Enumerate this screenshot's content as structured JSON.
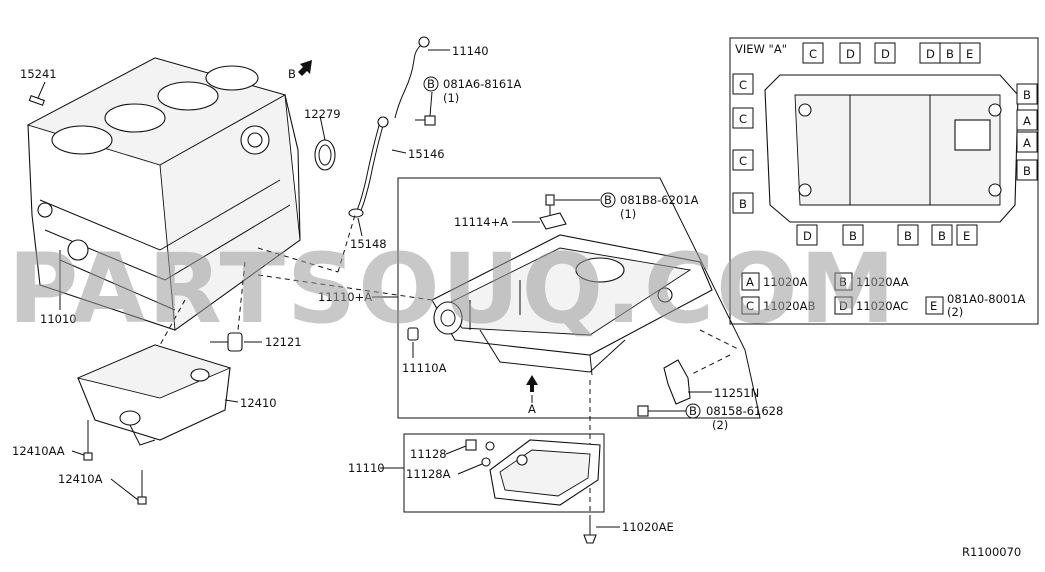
{
  "watermark": "PARTSOUQ.COM",
  "diagram_code": "R1100070",
  "callouts": {
    "c15241": "15241",
    "c11010": "11010",
    "c12279": "12279",
    "c11140": "11140",
    "c081A6": "081A6-8161A",
    "c081A6q": "(1)",
    "c15146": "15146",
    "c15148": "15148",
    "c12121": "12121",
    "c12410": "12410",
    "c12410AA": "12410AA",
    "c12410A": "12410A",
    "c081B8": "081B8-6201A",
    "c081B8q": "(1)",
    "c11114A": "11114+A",
    "c11110A_plus": "11110+A",
    "c11110A": "11110A",
    "c11251N": "11251N",
    "c08158": "08158-61628",
    "c08158q": "(2)",
    "c11110": "11110",
    "c11128": "11128",
    "c11128A": "11128A",
    "c11020AE": "11020AE"
  },
  "arrows": {
    "b": "B",
    "a": "A"
  },
  "circle_b": "B",
  "view": {
    "title": "VIEW  \"A\"",
    "top": [
      "C",
      "D",
      "D",
      "D",
      "B",
      "E"
    ],
    "left": [
      "C",
      "C",
      "C",
      "B"
    ],
    "right": [
      "B",
      "A",
      "A",
      "B"
    ],
    "bottom": [
      "D",
      "B",
      "B",
      "B",
      "E"
    ]
  },
  "legend": [
    {
      "key": "A",
      "part": "11020A"
    },
    {
      "key": "B",
      "part": "11020AA"
    },
    {
      "key": "C",
      "part": "11020AB"
    },
    {
      "key": "D",
      "part": "11020AC"
    },
    {
      "key": "E",
      "part": "081A0-8001A",
      "qty": "(2)"
    }
  ]
}
